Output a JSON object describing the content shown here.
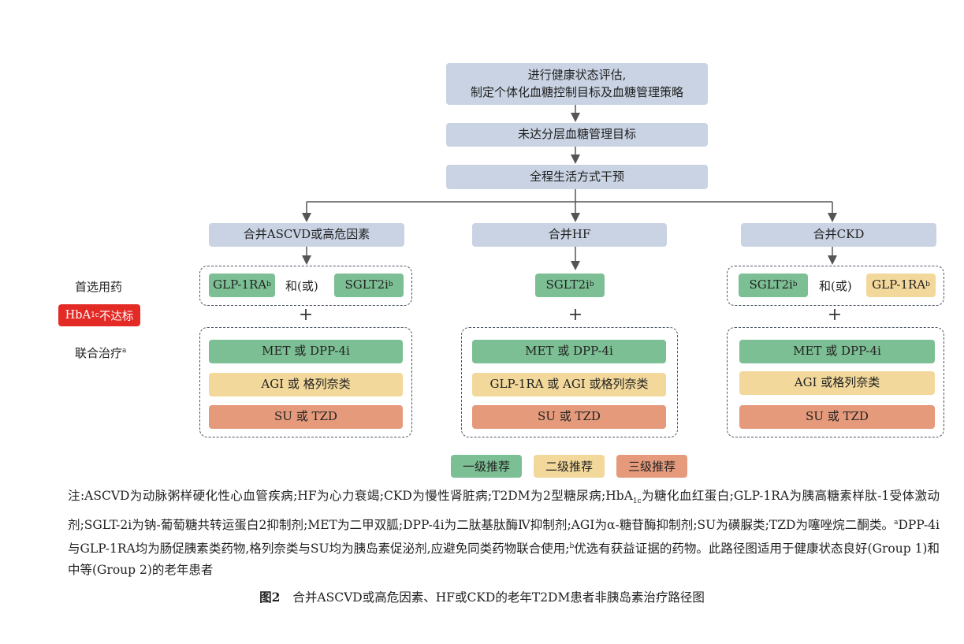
{
  "flow": {
    "step1_line1": "进行健康状态评估,",
    "step1_line2": "制定个体化血糖控制目标及血糖管理策略",
    "step2": "未达分层血糖管理目标",
    "step3": "全程生活方式干预"
  },
  "branches": {
    "ascvd": {
      "title": "合并ASCVD或高危因素",
      "first_a": "GLP-1RA",
      "first_a_sup": "b",
      "and_or": "和(或)",
      "first_b": "SGLT2i",
      "first_b_sup": "b",
      "combo1": "MET 或 DPP-4i",
      "combo2": "AGI 或 格列奈类",
      "combo3": "SU 或 TZD"
    },
    "hf": {
      "title": "合并HF",
      "first_a": "SGLT2i",
      "first_a_sup": "b",
      "combo1": "MET 或 DPP-4i",
      "combo2": "GLP-1RA 或 AGI 或格列奈类",
      "combo3": "SU 或 TZD"
    },
    "ckd": {
      "title": "合并CKD",
      "first_a": "SGLT2i",
      "first_a_sup": "b",
      "and_or": "和(或)",
      "first_b": "GLP-1RA",
      "first_b_sup": "b",
      "combo1": "MET 或 DPP-4i",
      "combo2": "AGI 或格列奈类",
      "combo3": "SU 或 TZD"
    }
  },
  "plus": "+",
  "left_labels": {
    "first_line": "首选用药",
    "hba_prefix": "HbA",
    "hba_sub": "1c",
    "hba_suffix": "不达标",
    "combo": "联合治疗",
    "combo_sup": "a"
  },
  "legend": {
    "level1": "一级推荐",
    "level2": "二级推荐",
    "level3": "三级推荐"
  },
  "note": {
    "p1": "注:ASCVD为动脉粥样硬化性心血管疾病;HF为心力衰竭;CKD为慢性肾脏病;T2DM为2型糖尿病;HbA",
    "p1_sub": "1c",
    "p2": "为糖化血红蛋白;GLP-1RA为胰高糖素样肽-1受体激动剂;SGLT-2i为钠-葡萄糖共转运蛋白2抑制剂;MET为二甲双胍;DPP-4i为二肽基肽酶Ⅳ抑制剂;AGI为α-糖苷酶抑制剂;SU为磺脲类;TZD为噻唑烷二酮类。",
    "sup_a": "a",
    "p3": "DPP-4i与GLP-1RA均为肠促胰素类药物,格列奈类与SU均为胰岛素促泌剂,应避免同类药物联合使用;",
    "sup_b": "b",
    "p4": "优选有获益证据的药物。此路径图适用于健康状态良好(Group 1)和中等(Group 2)的老年患者"
  },
  "caption": {
    "label": "图2",
    "text": "合并ASCVD或高危因素、HF或CKD的老年T2DM患者非胰岛素治疗路径图"
  },
  "colors": {
    "blue_box": "#c9d3e3",
    "level1": "#7cbf94",
    "level2": "#f2d89a",
    "level3": "#e69a7c",
    "hba_alert": "#e32a25"
  }
}
